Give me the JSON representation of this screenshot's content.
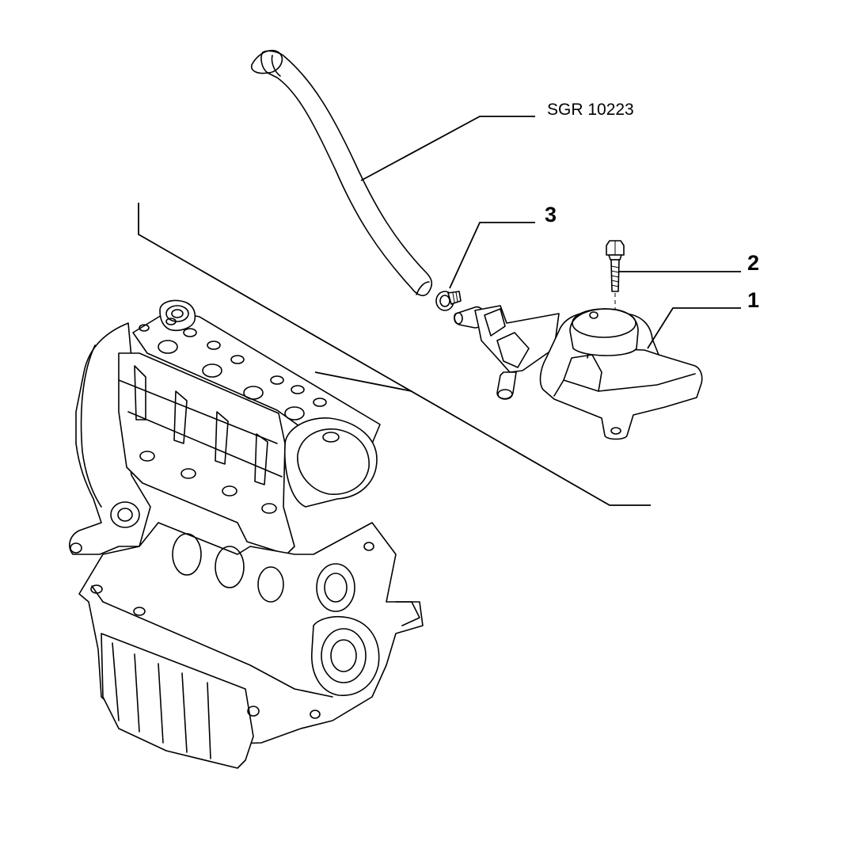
{
  "diagram": {
    "ink_color": "#000000",
    "background_color": "#ffffff",
    "callouts": [
      {
        "id": "ref-code",
        "text": "SGR 10223"
      },
      {
        "id": "part-3",
        "text": "3"
      },
      {
        "id": "part-2",
        "text": "2"
      },
      {
        "id": "part-1",
        "text": "1"
      }
    ]
  }
}
